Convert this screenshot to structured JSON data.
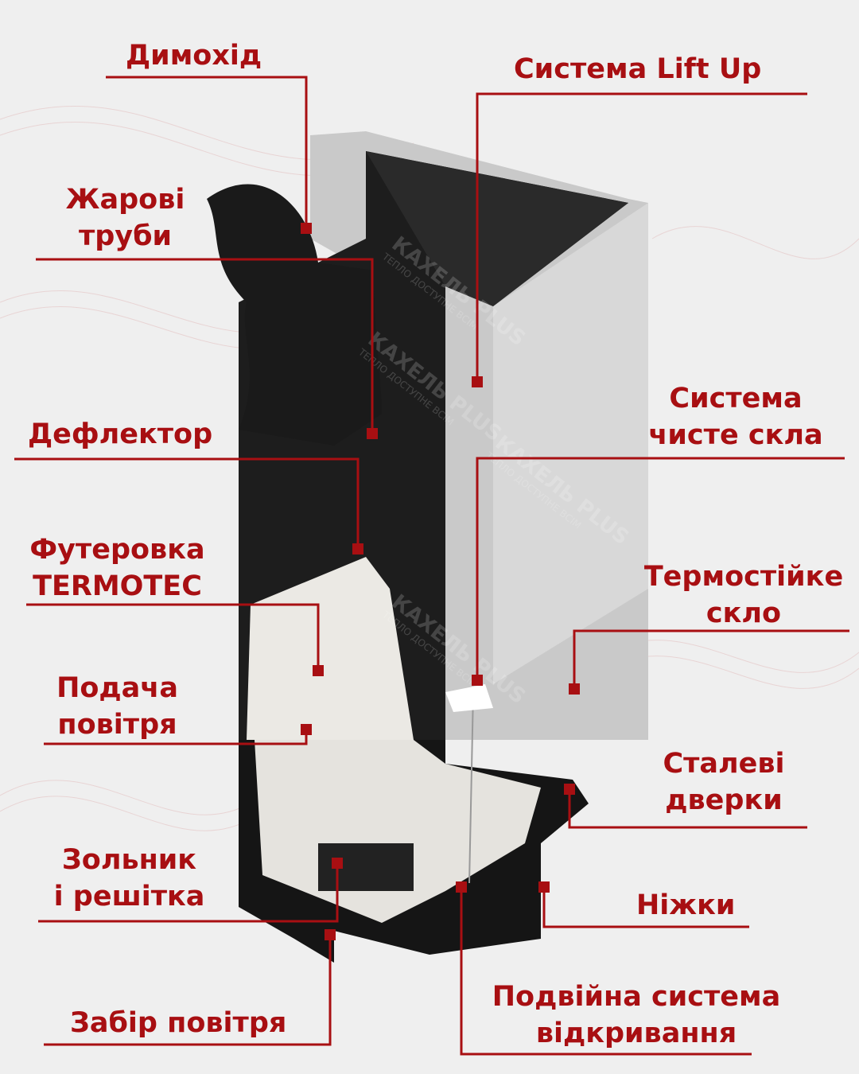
{
  "labels": {
    "chimney": "Димохід",
    "lift_up": "Система Lift Up",
    "heat_pipes_1": "Жарові",
    "heat_pipes_2": "труби",
    "clean_glass_1": "Система",
    "clean_glass_2": "чисте скла",
    "deflector": "Дефлектор",
    "lining_1": "Футеровка",
    "lining_2": "TERMOTEC",
    "heat_glass_1": "Термостійке",
    "heat_glass_2": "скло",
    "air_supply_1": "Подача",
    "air_supply_2": "повітря",
    "steel_doors_1": "Сталеві",
    "steel_doors_2": "дверки",
    "ash_1": "Зольник",
    "ash_2": "і решітка",
    "legs": "Ніжки",
    "air_intake": "Забір повітря",
    "double_open_1": "Подвійна система",
    "double_open_2": "відкривання"
  },
  "watermark": {
    "brand": "КАХЕЛЬ PLUS",
    "slogan": "ТЕПЛО ДОСТУПНЕ ВСІМ"
  },
  "colors": {
    "accent": "#a80f12",
    "background": "#efefef"
  }
}
